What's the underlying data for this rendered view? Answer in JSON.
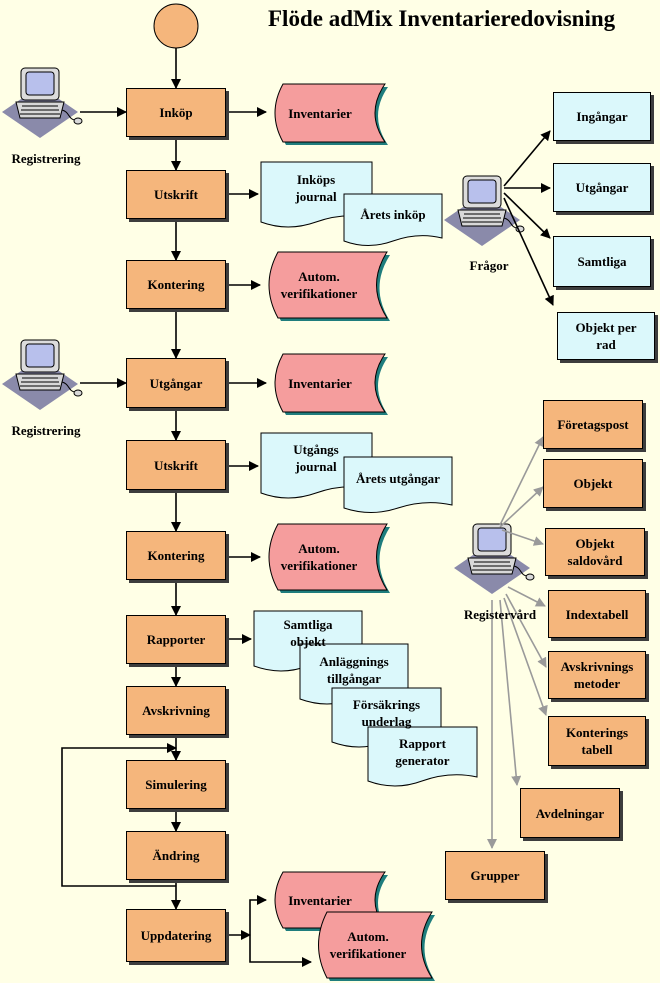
{
  "title": "Flöde adMix Inventarieredovisning",
  "actors": {
    "registrering_1": "Registrering",
    "registrering_2": "Registrering",
    "fragor": "Frågor",
    "registervard": "Registervård"
  },
  "process": {
    "inkop": "Inköp",
    "utskrift_1": "Utskrift",
    "kontering_1": "Kontering",
    "utgangar": "Utgångar",
    "utskrift_2": "Utskrift",
    "kontering_2": "Kontering",
    "rapporter": "Rapporter",
    "avskrivning": "Avskrivning",
    "simulering": "Simulering",
    "andring": "Ändring",
    "uppdatering": "Uppdatering"
  },
  "stores": {
    "inventarier_1": "Inventarier",
    "autom_1_l1": "Autom.",
    "autom_1_l2": "verifikationer",
    "inventarier_2": "Inventarier",
    "autom_2_l1": "Autom.",
    "autom_2_l2": "verifikationer",
    "inventarier_3": "Inventarier",
    "autom_3_l1": "Autom.",
    "autom_3_l2": "verifikationer"
  },
  "documents": {
    "inkops_journal_l1": "Inköps",
    "inkops_journal_l2": "journal",
    "arets_inkop": "Årets inköp",
    "utgangs_journal_l1": "Utgångs",
    "utgangs_journal_l2": "journal",
    "arets_utgangar": "Årets utgångar",
    "samtliga_objekt_l1": "Samtliga",
    "samtliga_objekt_l2": "objekt",
    "anlaggnings_l1": "Anläggnings",
    "anlaggnings_l2": "tillgångar",
    "forsakrings_l1": "Försäkrings",
    "forsakrings_l2": "underlag",
    "rapport_generator_l1": "Rapport",
    "rapport_generator_l2": "generator"
  },
  "queries": {
    "ingangar": "Ingångar",
    "utgangar": "Utgångar",
    "samtliga": "Samtliga",
    "objekt_per_rad_l1": "Objekt per",
    "objekt_per_rad_l2": "rad"
  },
  "registers": {
    "foretagspost": "Företagspost",
    "objekt": "Objekt",
    "objekt_saldovard_l1": "Objekt",
    "objekt_saldovard_l2": "saldovård",
    "indextabell": "Indextabell",
    "avskrivnings_l1": "Avskrivnings",
    "avskrivnings_l2": "metoder",
    "konterings_l1": "Konterings",
    "konterings_l2": "tabell",
    "avdelningar": "Avdelningar",
    "grupper": "Grupper"
  },
  "colors": {
    "background": "#ffffe6",
    "process": "#f5b67c",
    "store": "#f59d9d",
    "store_edge": "#1f7d7d",
    "document": "#dbf8fb",
    "start": "#f5b67c",
    "shadow": "#3d3d3d",
    "gray_arrow": "#9a9a9a"
  }
}
